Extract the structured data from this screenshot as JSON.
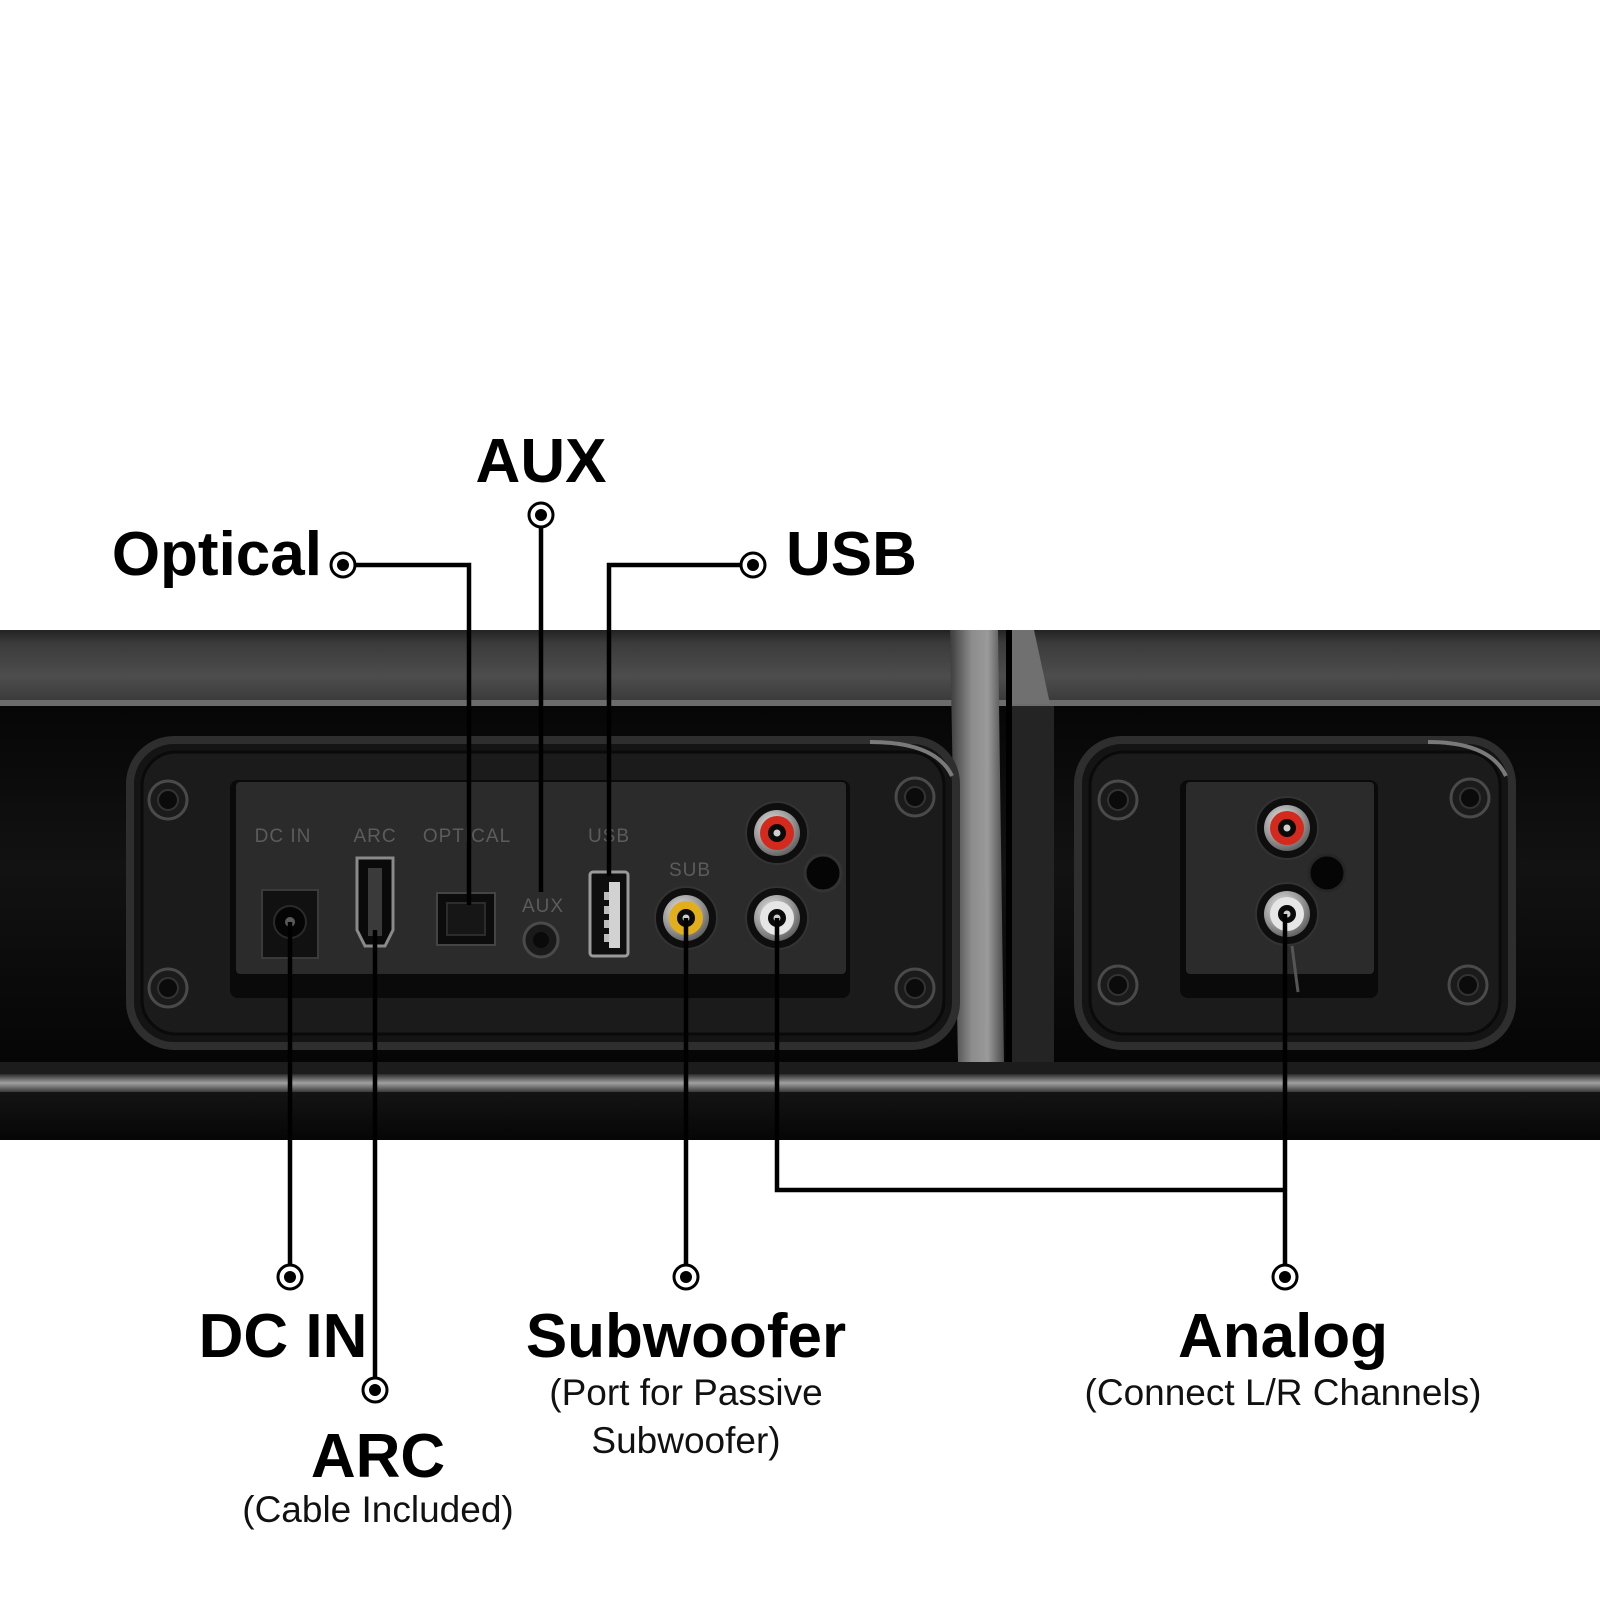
{
  "callouts": {
    "aux": {
      "label": "AUX"
    },
    "optical": {
      "label": "Optical"
    },
    "usb": {
      "label": "USB"
    },
    "dc_in": {
      "label": "DC IN"
    },
    "arc": {
      "label": "ARC",
      "note": "(Cable Included)"
    },
    "subwoofer": {
      "label": "Subwoofer",
      "note_lines": [
        "(Port for Passive",
        "Subwoofer)"
      ]
    },
    "analog": {
      "label": "Analog",
      "note": "(Connect L/R Channels)"
    }
  },
  "panel_labels": {
    "dc_in": "DC IN",
    "arc": "ARC",
    "optical": "OPTICAL",
    "aux": "AUX",
    "usb": "USB",
    "sub": "SUB"
  },
  "colors": {
    "callout": "#000000",
    "rca_red": "#d42a1e",
    "rca_white": "#e6e6e6",
    "rca_yellow": "#e2ae1c",
    "body": "#0c0c0c",
    "plate": "#2b2b2b"
  },
  "icons": [
    "callout-marker-icon",
    "screw-icon",
    "rca-jack-icon",
    "hdmi-port-icon",
    "usb-port-icon",
    "optical-port-icon",
    "dc-jack-icon",
    "aux-jack-icon"
  ]
}
